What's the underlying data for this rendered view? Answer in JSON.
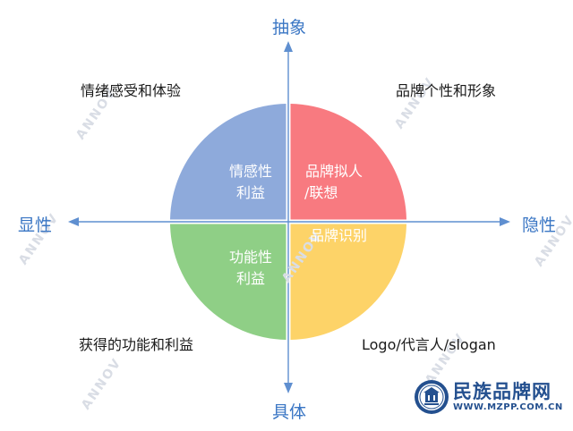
{
  "axes": {
    "top": "抽象",
    "bottom": "具体",
    "left": "显性",
    "right": "隐性"
  },
  "corners": {
    "top_left": "情绪感受和体验",
    "top_right": "品牌个性和形象",
    "bottom_left": "获得的功能和利益",
    "bottom_right": "Logo/代言人/slogan"
  },
  "quadrants": {
    "top_left": {
      "line1": "情感性",
      "line2": "利益",
      "color": "#8eaadb"
    },
    "top_right": {
      "line1": "品牌拟人",
      "line2": "/联想",
      "color": "#f87a80"
    },
    "bottom_left": {
      "line1": "功能性",
      "line2": "利益",
      "color": "#8fcf86"
    },
    "bottom_right": {
      "line1": "品牌识别",
      "line2": "",
      "color": "#fdd368"
    }
  },
  "colors": {
    "axis": "#5f8fd0",
    "axis_label": "#3a76c4",
    "watermark": "#d9dde5",
    "brand": "#24508f"
  },
  "watermark": {
    "text": "ANNOV"
  },
  "logo": {
    "name": "民族品牌网",
    "url": "WWW.MZPP.COM.CN",
    "seal_icon": "brand-seal-icon"
  }
}
